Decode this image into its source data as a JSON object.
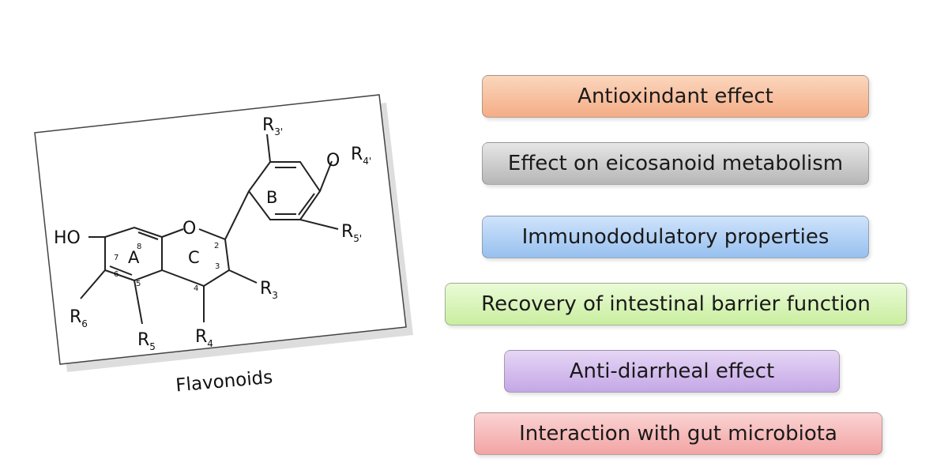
{
  "structure": {
    "caption": "Flavonoids",
    "atoms": {
      "ho": "HO",
      "o_ring": "O",
      "o_r4p": "O",
      "r3p": "R",
      "r3p_sub": "3'",
      "r4p": "R",
      "r4p_sub": "4'",
      "r5p": "R",
      "r5p_sub": "5'",
      "r3": "R",
      "r3_sub": "3",
      "r4": "R",
      "r4_sub": "4",
      "r5": "R",
      "r5_sub": "5",
      "r6": "R",
      "r6_sub": "6"
    },
    "rings": {
      "a": "A",
      "b": "B",
      "c": "C"
    },
    "positions": [
      "8",
      "7",
      "6",
      "5",
      "4",
      "3",
      "2"
    ]
  },
  "effects": [
    {
      "label": "Antioxindant effect",
      "color": "#f4ad86"
    },
    {
      "label": "Effect on eicosanoid metabolism",
      "color": "#b6b6b6"
    },
    {
      "label": "Immunododulatory properties",
      "color": "#97c0ef"
    },
    {
      "label": "Recovery of intestinal barrier function",
      "color": "#c9ee9f"
    },
    {
      "label": "Anti-diarrheal effect",
      "color": "#c4a7e6"
    },
    {
      "label": "Interaction with gut microbiota",
      "color": "#f2a4a4"
    }
  ]
}
